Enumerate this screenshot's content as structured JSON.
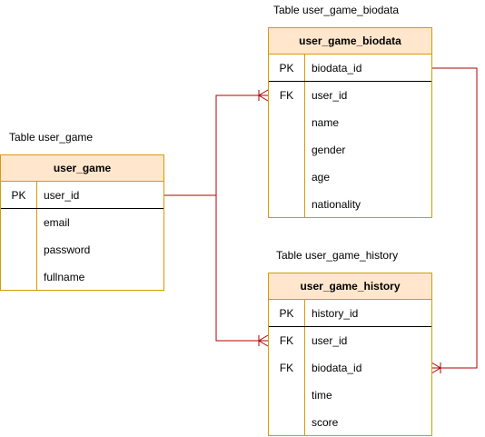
{
  "captions": {
    "user_game": "Table user_game",
    "biodata": "Table user_game_biodata",
    "history": "Table user_game_history"
  },
  "user_game": {
    "title": "user_game",
    "rows": [
      {
        "key": "PK",
        "field": "user_id"
      },
      {
        "key": "",
        "field": "email"
      },
      {
        "key": "",
        "field": "password"
      },
      {
        "key": "",
        "field": "fullname"
      }
    ]
  },
  "biodata": {
    "title": "user_game_biodata",
    "rows": [
      {
        "key": "PK",
        "field": "biodata_id"
      },
      {
        "key": "FK",
        "field": "user_id"
      },
      {
        "key": "",
        "field": "name"
      },
      {
        "key": "",
        "field": "gender"
      },
      {
        "key": "",
        "field": "age"
      },
      {
        "key": "",
        "field": "nationality"
      }
    ]
  },
  "history": {
    "title": "user_game_history",
    "rows": [
      {
        "key": "PK",
        "field": "history_id"
      },
      {
        "key": "FK",
        "field": "user_id"
      },
      {
        "key": "FK",
        "field": "biodata_id"
      },
      {
        "key": "",
        "field": "time"
      },
      {
        "key": "",
        "field": "score"
      }
    ]
  },
  "colors": {
    "border": "#d79b00",
    "header_fill": "#ffe6cc",
    "relation_line": "#b20000"
  }
}
